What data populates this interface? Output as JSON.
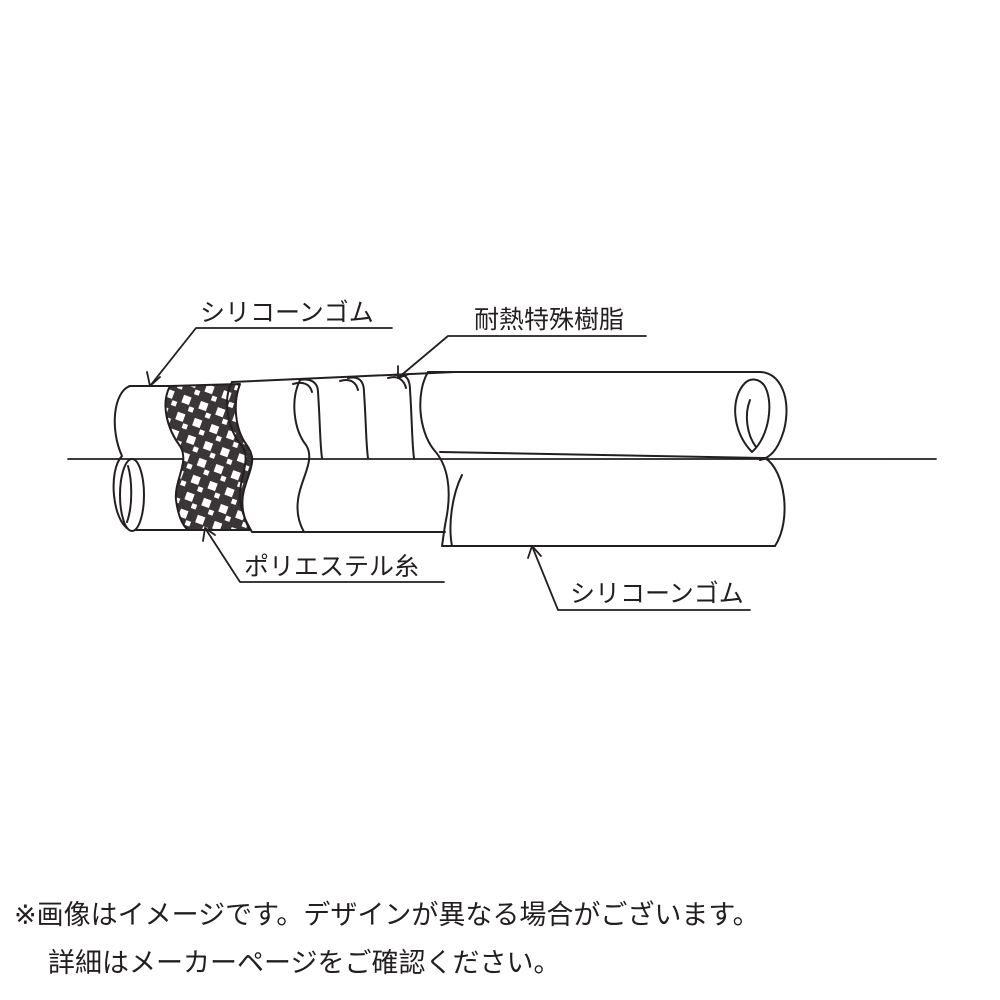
{
  "labels": {
    "outer_top_left": "シリコーンゴム",
    "resin": "耐熱特殊樹脂",
    "yarn": "ポリエステル糸",
    "outer_bottom_right": "シリコーンゴム"
  },
  "disclaimer": {
    "line1": "※画像はイメージです。デザインが異なる場合がございます。",
    "line2": "詳細はメーカーページをご確認ください。"
  },
  "colors": {
    "line": "#231f20",
    "background": "#ffffff"
  }
}
